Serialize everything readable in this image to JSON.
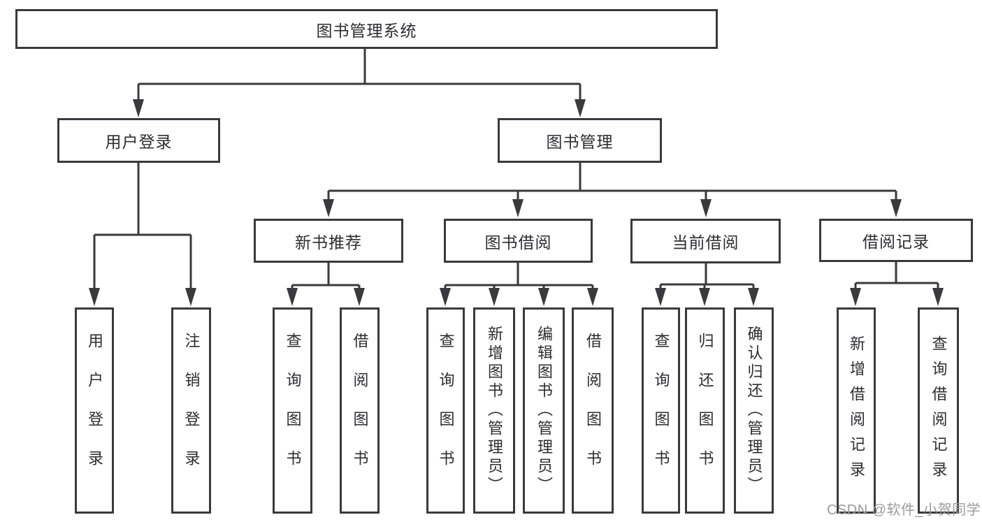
{
  "tree": {
    "root": {
      "label": "图书管理系统"
    },
    "branches": [
      {
        "label": "用户登录",
        "leaves": [
          {
            "label": "用户登录"
          },
          {
            "label": "注销登录"
          }
        ]
      },
      {
        "label": "图书管理",
        "sections": [
          {
            "label": "新书推荐",
            "leaves": [
              {
                "label": "查询图书"
              },
              {
                "label": "借阅图书"
              }
            ]
          },
          {
            "label": "图书借阅",
            "leaves": [
              {
                "label": "查询图书"
              },
              {
                "label": "新增图书（管理员）"
              },
              {
                "label": "编辑图书（管理员）"
              },
              {
                "label": "借阅图书"
              }
            ]
          },
          {
            "label": "当前借阅",
            "leaves": [
              {
                "label": "查询图书"
              },
              {
                "label": "归还图书"
              },
              {
                "label": "确认归还（管理员）"
              }
            ]
          },
          {
            "label": "借阅记录",
            "leaves": [
              {
                "label": "新增借阅记录"
              },
              {
                "label": "查询借阅记录"
              }
            ]
          }
        ]
      }
    ]
  },
  "watermark": {
    "text": "CSDN @软件_小贺同学"
  },
  "colors": {
    "line": "#3a3a3e",
    "text": "#2d2d30",
    "watermark": "#9b9b9b",
    "background": "#ffffff"
  }
}
